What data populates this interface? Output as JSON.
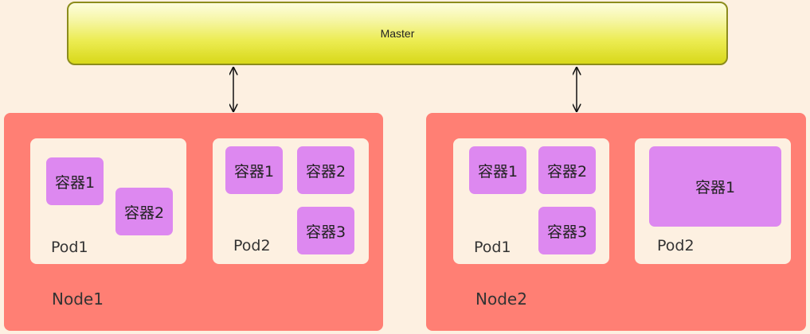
{
  "master": {
    "label": "Master"
  },
  "nodes": [
    {
      "label": "Node1",
      "pods": [
        {
          "label": "Pod1",
          "containers": [
            "容器1",
            "容器2"
          ]
        },
        {
          "label": "Pod2",
          "containers": [
            "容器1",
            "容器2",
            "容器3"
          ]
        }
      ]
    },
    {
      "label": "Node2",
      "pods": [
        {
          "label": "Pod1",
          "containers": [
            "容器1",
            "容器2",
            "容器3"
          ]
        },
        {
          "label": "Pod2",
          "containers": [
            "容器1"
          ]
        }
      ]
    }
  ],
  "colors": {
    "background": "#fdf0e1",
    "node": "#ff7f74",
    "pod": "#fdf0e1",
    "container": "#dd88f0",
    "master_fill": "#ecec52",
    "master_border": "#8c8c1c"
  }
}
